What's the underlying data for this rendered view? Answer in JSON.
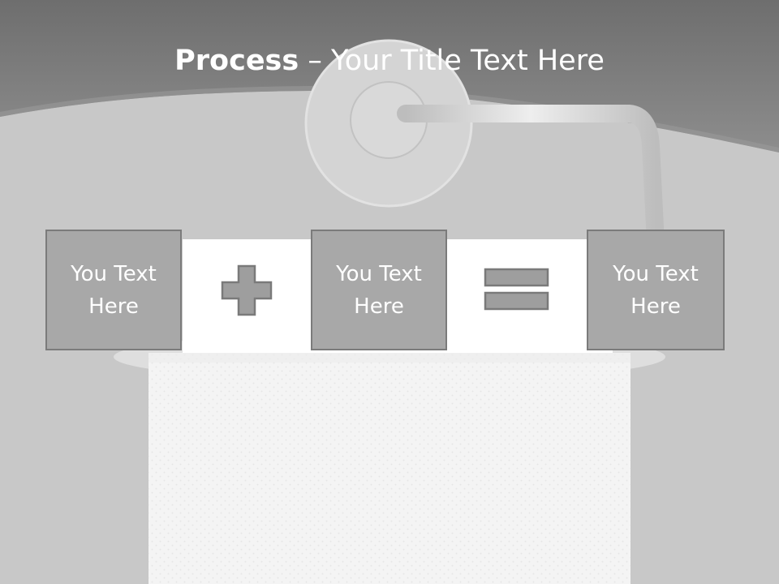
{
  "title": {
    "bold": "Process",
    "rest": " – Your Title Text Here"
  },
  "boxes": [
    {
      "text": "You Text Here"
    },
    {
      "text": "You Text Here"
    },
    {
      "text": "You Text Here"
    }
  ],
  "operators": [
    "plus-icon",
    "equals-icon"
  ],
  "colors": {
    "background": "#c9c9c9",
    "header": "#7a7a7a",
    "box_fill": "#a8a8a8",
    "box_border": "#7b7b7b",
    "operator_fill": "#9e9e9e",
    "text": "#ffffff"
  }
}
